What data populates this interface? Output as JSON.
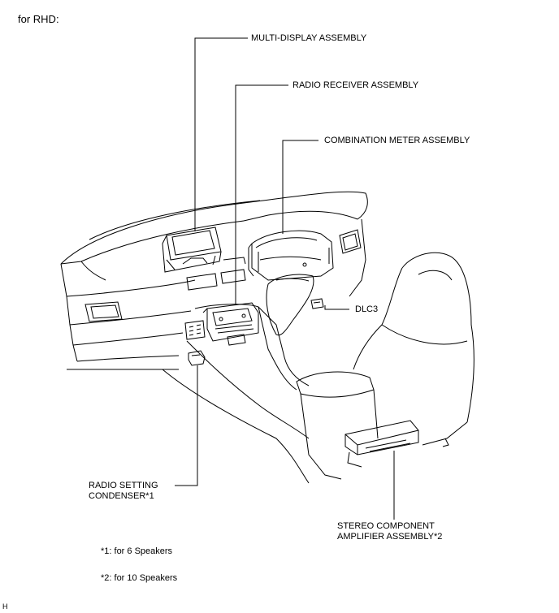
{
  "header": {
    "title": "for RHD:"
  },
  "labels": {
    "multi_display": "MULTI-DISPLAY ASSEMBLY",
    "radio_receiver": "RADIO RECEIVER ASSEMBLY",
    "combination_meter": "COMBINATION METER ASSEMBLY",
    "dlc3": "DLC3",
    "radio_setting_line1": "RADIO SETTING",
    "radio_setting_line2": "CONDENSER*1",
    "amp_line1": "STEREO COMPONENT",
    "amp_line2": "AMPLIFIER ASSEMBLY*2"
  },
  "notes": {
    "note1": "*1: for 6 Speakers",
    "note2": "*2: for 10 Speakers"
  },
  "footer": {
    "mark": "H"
  }
}
